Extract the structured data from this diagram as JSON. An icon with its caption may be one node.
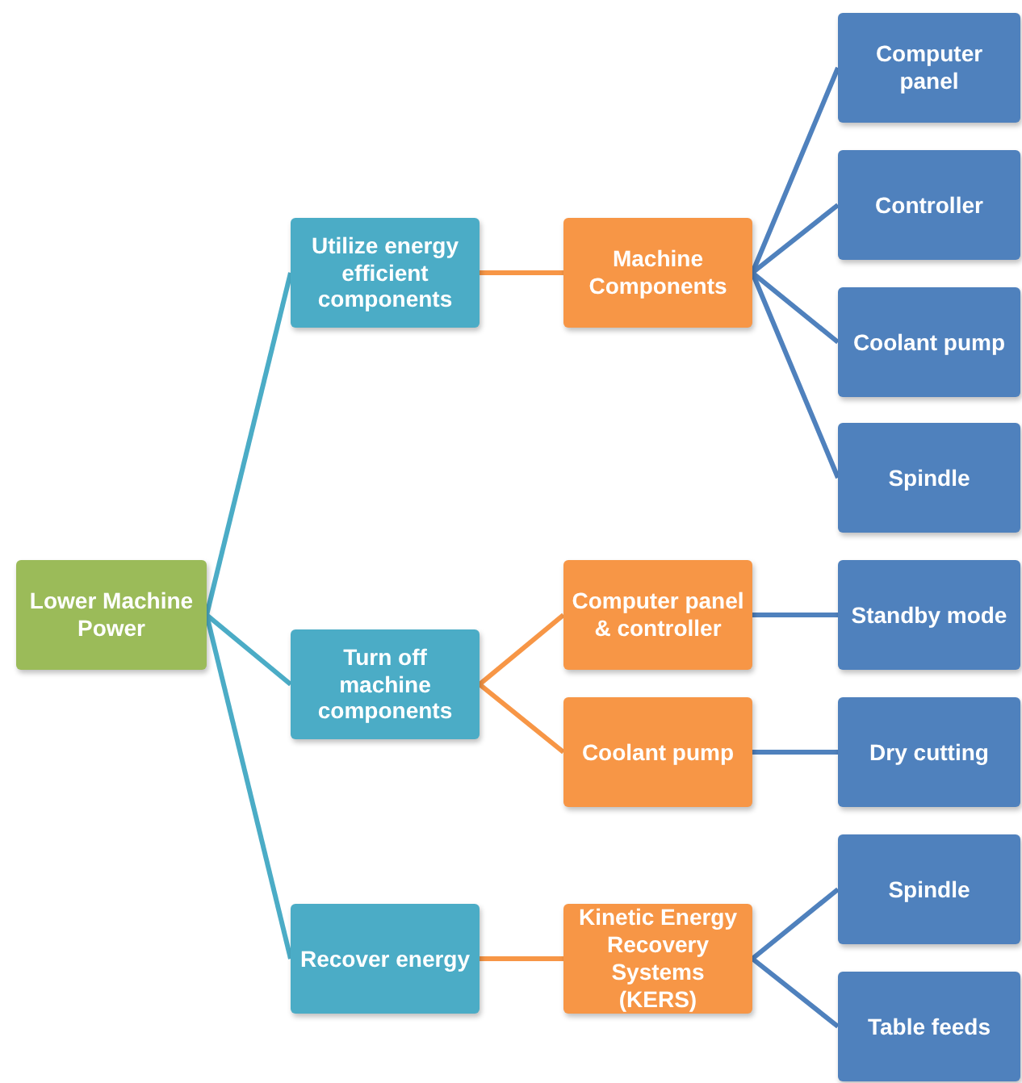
{
  "diagram": {
    "nodes": [
      {
        "text": [
          "Lower Machine Power"
        ]
      },
      {
        "text": [
          "Utilize energy efficient components"
        ]
      },
      {
        "text": [
          "Turn off machine components"
        ]
      },
      {
        "text": [
          "Recover energy"
        ]
      },
      {
        "text": [
          "Machine Components"
        ]
      },
      {
        "text": [
          "Computer panel & controller"
        ]
      },
      {
        "text": [
          "Coolant pump"
        ]
      },
      {
        "text": [
          "Kinetic Energy Recovery Systems (KERS)"
        ]
      },
      {
        "text": [
          "Computer panel"
        ]
      },
      {
        "text": [
          "Controller"
        ]
      },
      {
        "text": [
          "Coolant pump"
        ]
      },
      {
        "text": [
          "Spindle"
        ]
      },
      {
        "text": [
          "Standby mode"
        ]
      },
      {
        "text": [
          "Dry cutting"
        ]
      },
      {
        "text": [
          "Spindle"
        ]
      },
      {
        "text": [
          "Table feeds"
        ]
      }
    ],
    "edges": [
      {
        "from": 0,
        "to": 1,
        "arrow": "none",
        "color": "#4bacc6"
      },
      {
        "from": 0,
        "to": 2,
        "arrow": "none",
        "color": "#4bacc6"
      },
      {
        "from": 0,
        "to": 3,
        "arrow": "none",
        "color": "#4bacc6"
      },
      {
        "from": 1,
        "to": 4,
        "arrow": "none",
        "color": "#f79646"
      },
      {
        "from": 2,
        "to": 5,
        "arrow": "none",
        "color": "#f79646"
      },
      {
        "from": 2,
        "to": 6,
        "arrow": "none",
        "color": "#f79646"
      },
      {
        "from": 3,
        "to": 7,
        "arrow": "none",
        "color": "#f79646"
      },
      {
        "from": 4,
        "to": 8,
        "arrow": "none"
      },
      {
        "from": 4,
        "to": 9,
        "arrow": "none"
      },
      {
        "from": 4,
        "to": 10,
        "arrow": "none"
      },
      {
        "from": 4,
        "to": 11,
        "arrow": "none"
      },
      {
        "from": 5,
        "to": 12,
        "arrow": "none"
      },
      {
        "from": 6,
        "to": 13,
        "arrow": "none"
      },
      {
        "from": 7,
        "to": 14,
        "arrow": "none"
      },
      {
        "from": 7,
        "to": 15,
        "arrow": "none"
      }
    ]
  }
}
